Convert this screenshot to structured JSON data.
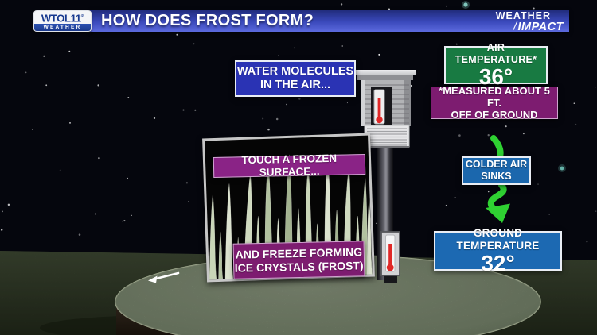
{
  "header": {
    "logo": {
      "station": "WTOL11",
      "registered": "®",
      "tagline": "WEATHER"
    },
    "title": "HOW DOES FROST FORM?",
    "brand": {
      "weather": "WEATHER",
      "slash": "/",
      "impact": "IMPACT"
    }
  },
  "callouts": {
    "water_molecules": {
      "line1": "WATER MOLECULES",
      "line2": "IN THE AIR..."
    },
    "air_temperature": {
      "label": "AIR TEMPERATURE*",
      "value": "36°"
    },
    "measured_note": {
      "line1": "*MEASURED ABOUT 5 FT.",
      "line2": "OFF OF GROUND"
    },
    "touch_surface": {
      "text": "TOUCH A FROZEN SURFACE..."
    },
    "freeze_forming": {
      "line1": "AND FREEZE FORMING",
      "line2": "ICE CRYSTALS (FROST)"
    },
    "colder_air": {
      "line1": "COLDER AIR",
      "line2": "SINKS"
    },
    "ground_temperature": {
      "label": "GROUND TEMPERATURE",
      "value": "32°"
    }
  },
  "colors": {
    "header_bar_top": "#1f2a78",
    "header_bar_bottom": "#5c6ade",
    "logo_blue": "#16388f",
    "air_temp_green": "#187a42",
    "note_purple": "#7d1c70",
    "surface_purple": "#8a2386",
    "water_blue": "#2a33b4",
    "colder_air_blue": "#1b67ad",
    "ground_temp_blue": "#1c69b2",
    "arrow_green": "#2fd132",
    "thermometer_red": "#e02828",
    "platform_green": "#93a387",
    "ground_green": "#3a4530",
    "night_sky": "#05060d"
  }
}
